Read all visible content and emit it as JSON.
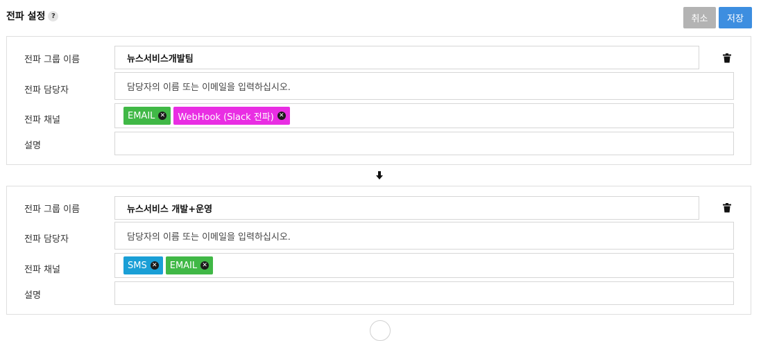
{
  "header": {
    "title": "전파 설정",
    "help_icon": "?",
    "cancel_label": "취소",
    "save_label": "저장"
  },
  "labels": {
    "group_name": "전파 그룹 이름",
    "manager": "전파 담당자",
    "channel": "전파 채널",
    "description": "설명"
  },
  "groups": [
    {
      "name": "뉴스서비스개발팀",
      "manager_placeholder": "담당자의 이름 또는 이메일을 입력하십시오.",
      "channels": [
        {
          "label": "EMAIL",
          "color": "#40b846"
        },
        {
          "label": "WebHook (Slack 전파)",
          "color": "#e92ee3"
        }
      ],
      "description": ""
    },
    {
      "name": "뉴스서비스 개발+운영",
      "manager_placeholder": "담당자의 이름 또는 이메일을 입력하십시오.",
      "channels": [
        {
          "label": "SMS",
          "color": "#1a9fd6"
        },
        {
          "label": "EMAIL",
          "color": "#40b846"
        }
      ],
      "description": ""
    }
  ],
  "icons": {
    "delete": "trash-icon",
    "flow": "arrow-down-icon",
    "tag_remove": "close-circle-icon"
  },
  "colors": {
    "primary": "#3d8ee0",
    "cancel": "#b3b3b3",
    "email": "#40b846",
    "webhook": "#e92ee3",
    "sms": "#1a9fd6"
  }
}
